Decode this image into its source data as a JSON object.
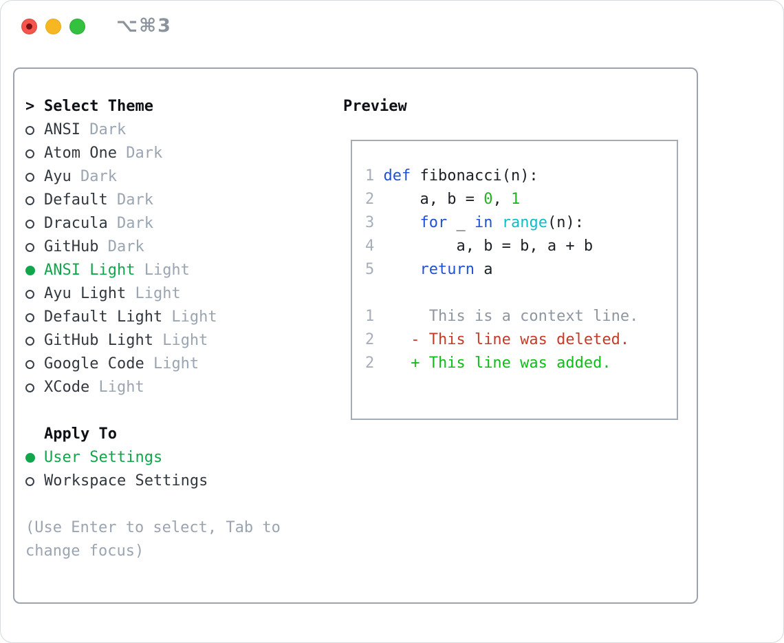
{
  "window": {
    "title": "⌥⌘3",
    "traffic_lights": [
      {
        "name": "close",
        "color": "#f4564d"
      },
      {
        "name": "minimize",
        "color": "#f7b723"
      },
      {
        "name": "zoom",
        "color": "#33c13f"
      }
    ]
  },
  "theme_picker": {
    "prompt": ">",
    "title": "Select Theme",
    "items": [
      {
        "name": "ANSI",
        "variant": "Dark",
        "selected": false
      },
      {
        "name": "Atom One",
        "variant": "Dark",
        "selected": false
      },
      {
        "name": "Ayu",
        "variant": "Dark",
        "selected": false
      },
      {
        "name": "Default",
        "variant": "Dark",
        "selected": false
      },
      {
        "name": "Dracula",
        "variant": "Dark",
        "selected": false
      },
      {
        "name": "GitHub",
        "variant": "Dark",
        "selected": false
      },
      {
        "name": "ANSI Light",
        "variant": "Light",
        "selected": true
      },
      {
        "name": "Ayu Light",
        "variant": "Light",
        "selected": false
      },
      {
        "name": "Default Light",
        "variant": "Light",
        "selected": false
      },
      {
        "name": "GitHub Light",
        "variant": "Light",
        "selected": false
      },
      {
        "name": "Google Code",
        "variant": "Light",
        "selected": false
      },
      {
        "name": "XCode",
        "variant": "Light",
        "selected": false
      }
    ]
  },
  "apply_to": {
    "title": "Apply To",
    "options": [
      {
        "label": "User Settings",
        "selected": true
      },
      {
        "label": "Workspace Settings",
        "selected": false
      }
    ]
  },
  "hint": "(Use Enter to select, Tab to change focus)",
  "preview": {
    "title": "Preview",
    "code_lines": [
      {
        "tokens": [
          {
            "t": "1",
            "c": "num"
          },
          {
            "t": " ",
            "c": "p"
          },
          {
            "t": "def",
            "c": "kw"
          },
          {
            "t": " fibonacci(n):",
            "c": "p"
          }
        ]
      },
      {
        "tokens": [
          {
            "t": "2",
            "c": "num"
          },
          {
            "t": "     a, b = ",
            "c": "p"
          },
          {
            "t": "0",
            "c": "lit"
          },
          {
            "t": ", ",
            "c": "p"
          },
          {
            "t": "1",
            "c": "lit"
          }
        ]
      },
      {
        "tokens": [
          {
            "t": "3",
            "c": "num"
          },
          {
            "t": "     ",
            "c": "p"
          },
          {
            "t": "for",
            "c": "kw"
          },
          {
            "t": " _ ",
            "c": "p"
          },
          {
            "t": "in",
            "c": "kw"
          },
          {
            "t": " ",
            "c": "p"
          },
          {
            "t": "range",
            "c": "fn"
          },
          {
            "t": "(n):",
            "c": "p"
          }
        ]
      },
      {
        "tokens": [
          {
            "t": "4",
            "c": "num"
          },
          {
            "t": "         a, b = b, a + b",
            "c": "p"
          }
        ]
      },
      {
        "tokens": [
          {
            "t": "5",
            "c": "num"
          },
          {
            "t": "     ",
            "c": "p"
          },
          {
            "t": "return",
            "c": "kw"
          },
          {
            "t": " a",
            "c": "p"
          }
        ]
      }
    ],
    "diff_lines": [
      {
        "tokens": [
          {
            "t": "1",
            "c": "num"
          },
          {
            "t": "      This is a context line.",
            "c": "ctx"
          }
        ]
      },
      {
        "tokens": [
          {
            "t": "2",
            "c": "num"
          },
          {
            "t": "    - This line was deleted.",
            "c": "del"
          }
        ]
      },
      {
        "tokens": [
          {
            "t": "2",
            "c": "num"
          },
          {
            "t": "    + This line was added.",
            "c": "add"
          }
        ]
      }
    ]
  },
  "colors": {
    "selection_green": "#11a64b",
    "keyword_blue": "#2052d3",
    "number_green": "#23b223",
    "builtin_cyan": "#0bbfca",
    "deleted_red": "#c83a28",
    "added_green": "#0cbf17",
    "muted_gray": "#9aa5b1",
    "line_number_gray": "#a6aebb",
    "context_gray": "#8e969f",
    "text_dark": "#32383f",
    "frame_border": "#9aa3af"
  }
}
